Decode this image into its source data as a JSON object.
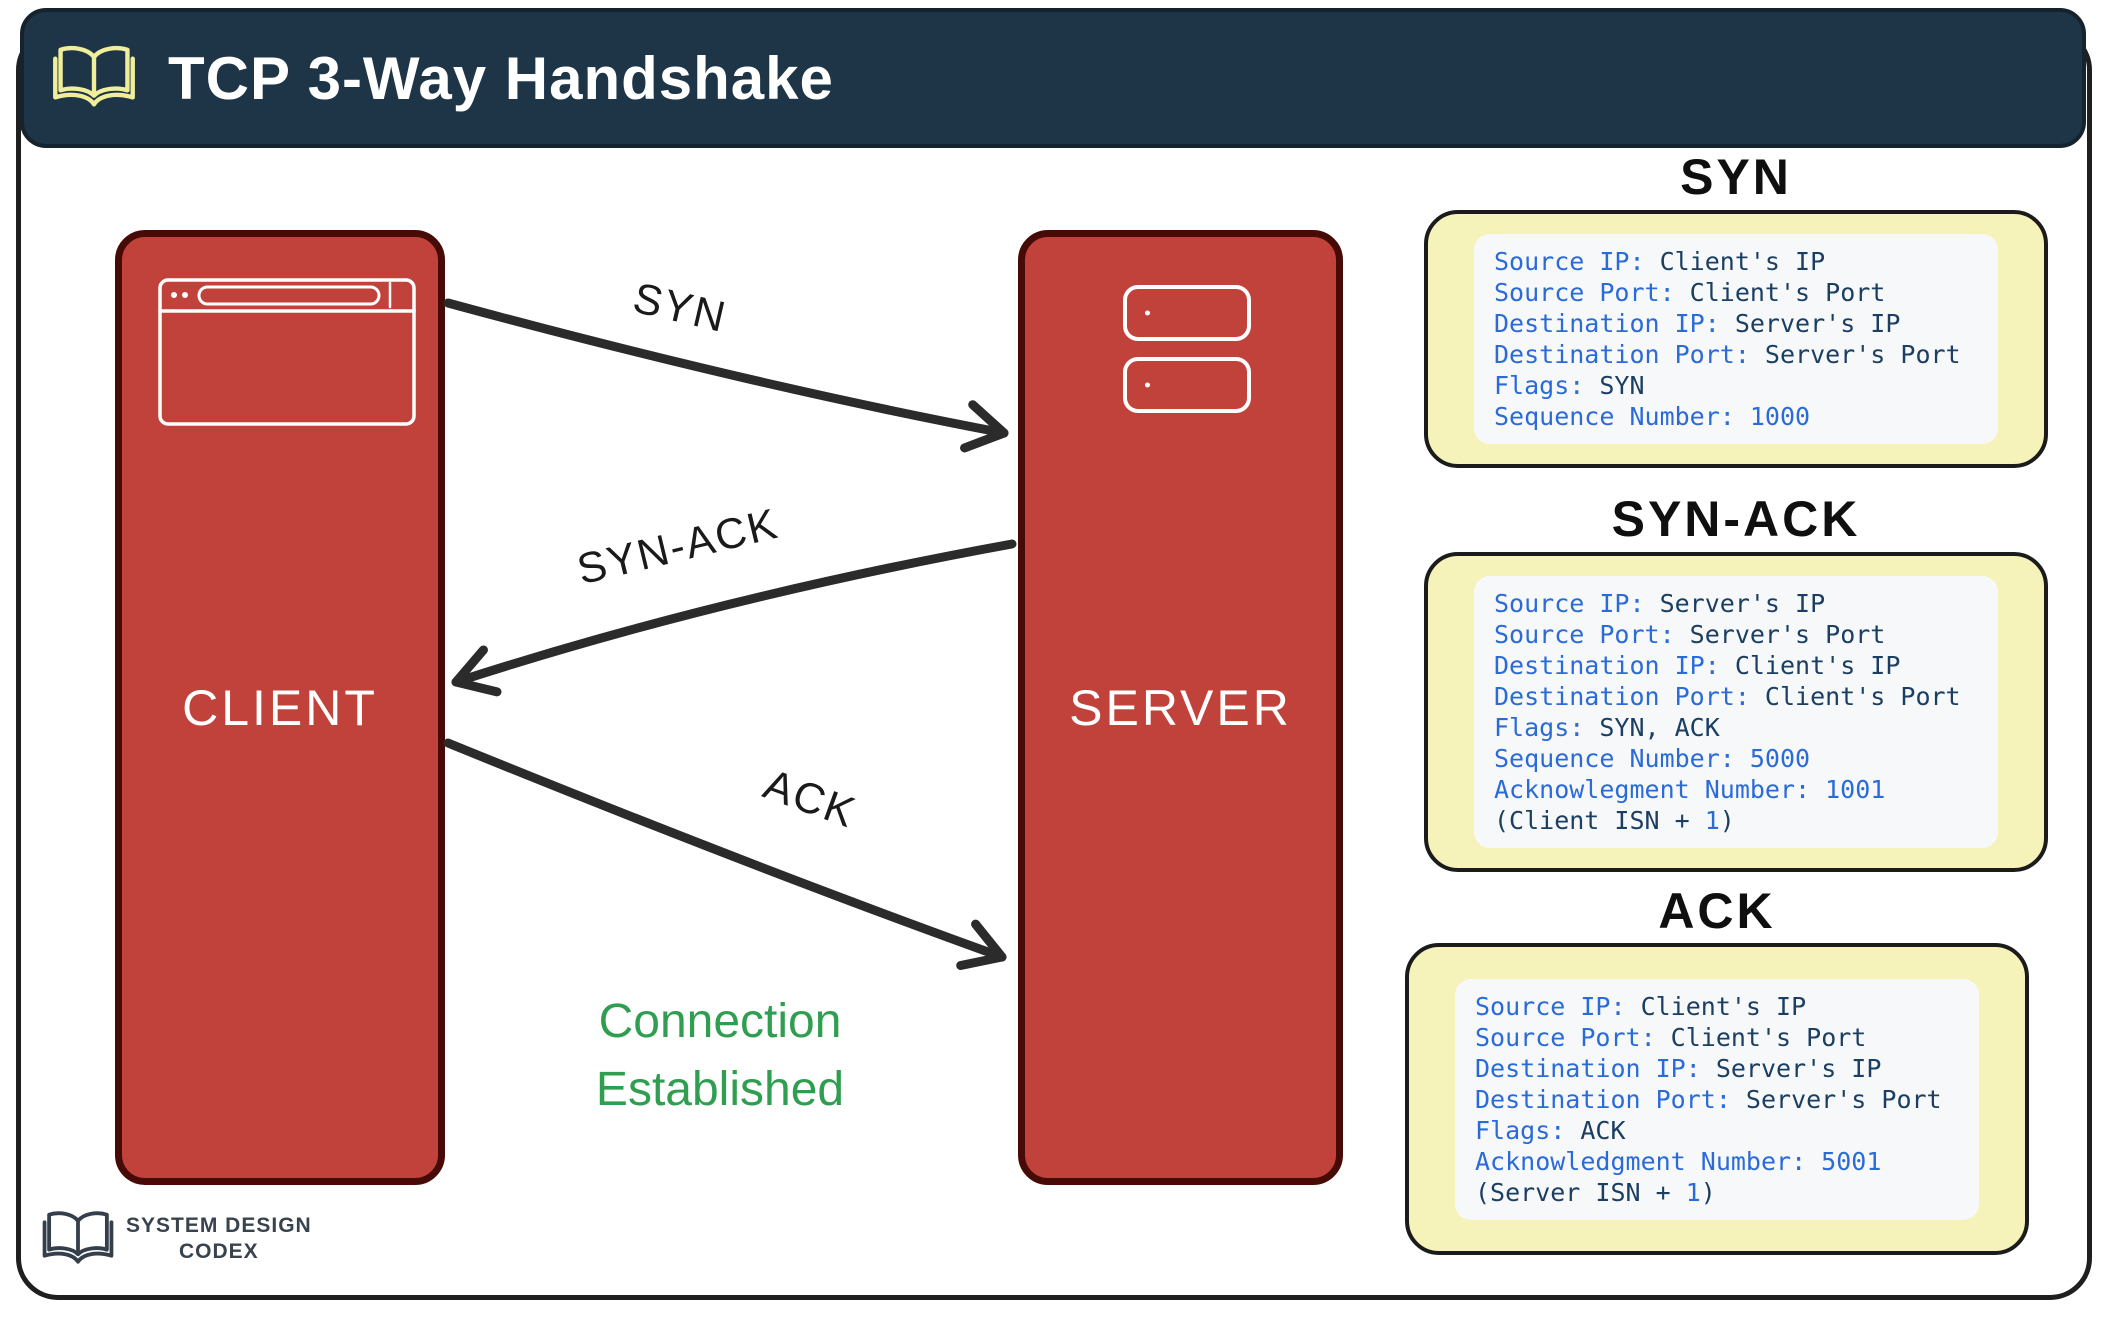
{
  "header": {
    "title": "TCP 3-Way Handshake",
    "icon": "open-book-icon"
  },
  "diagram": {
    "client_label": "CLIENT",
    "server_label": "SERVER",
    "client_icon": "browser-window-icon",
    "server_icon": "server-rack-icon",
    "arrows": [
      {
        "label": "SYN",
        "from": "client",
        "to": "server"
      },
      {
        "label": "SYN-ACK",
        "from": "server",
        "to": "client"
      },
      {
        "label": "ACK",
        "from": "client",
        "to": "server"
      }
    ],
    "status_text": "Connection Established"
  },
  "panels": [
    {
      "heading": "SYN",
      "lines": [
        {
          "k": "Source IP:",
          "v": " Client's IP"
        },
        {
          "k": "Source Port:",
          "v": " Client's Port"
        },
        {
          "k": "Destination IP:",
          "v": " Server's IP"
        },
        {
          "k": "Destination Port:",
          "v": " Server's Port"
        },
        {
          "k": "Flags:",
          "v": " SYN"
        },
        {
          "k": "Sequence Number: 1000"
        }
      ]
    },
    {
      "heading": "SYN-ACK",
      "lines": [
        {
          "k": "Source IP:",
          "v": " Server's IP"
        },
        {
          "k": "Source Port:",
          "v": " Server's Port"
        },
        {
          "k": "Destination IP:",
          "v": " Client's IP"
        },
        {
          "k": "Destination Port:",
          "v": " Client's Port"
        },
        {
          "k": "Flags:",
          "v": " SYN, ACK"
        },
        {
          "k": "Sequence Number: 5000"
        },
        {
          "k": "Acknowlegment Number: 1001"
        },
        {
          "pre": "(Client ISN + ",
          "num": "1",
          "post": ")"
        }
      ]
    },
    {
      "heading": "ACK",
      "lines": [
        {
          "k": "Source IP:",
          "v": " Client's IP"
        },
        {
          "k": "Source Port:",
          "v": " Client's Port"
        },
        {
          "k": "Destination IP:",
          "v": " Server's IP"
        },
        {
          "k": "Destination Port:",
          "v": " Server's Port"
        },
        {
          "k": "Flags:",
          "v": " ACK"
        },
        {
          "k": "Acknowledgment Number: 5001"
        },
        {
          "pre": "(Server ISN + ",
          "num": "1",
          "post": ")"
        }
      ]
    }
  ],
  "footer_logo": {
    "line1": "SYSTEM DESIGN",
    "line2": "CODEX",
    "icon": "open-book-icon"
  },
  "colors": {
    "header_bg": "#1e3447",
    "header_icon_yellow": "#f1ee9b",
    "node_fill": "#c0423a",
    "node_border": "#470b07",
    "panel_fill": "#f6f3ba",
    "panel_inner": "#f7f8f9",
    "code_key_blue": "#2b6bd8",
    "code_value_navy": "#1b3e63",
    "status_green": "#2f9e50",
    "arrow_black": "#2b2b2b"
  }
}
